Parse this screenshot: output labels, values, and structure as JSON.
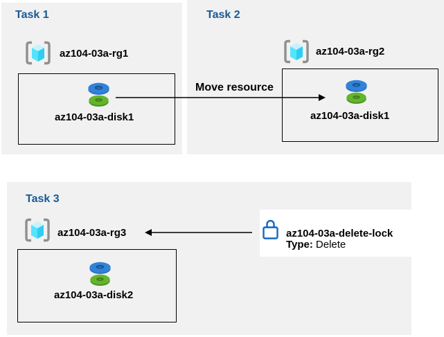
{
  "tasks": {
    "task1": {
      "title": "Task 1",
      "resource_group": "az104-03a-rg1",
      "disk": "az104-03a-disk1"
    },
    "task2": {
      "title": "Task 2",
      "resource_group": "az104-03a-rg2",
      "disk": "az104-03a-disk1"
    },
    "task3": {
      "title": "Task 3",
      "resource_group": "az104-03a-rg3",
      "disk": "az104-03a-disk2"
    }
  },
  "arrows": {
    "move": {
      "label": "Move resource",
      "from": "task1-disk",
      "to": "task2-disk"
    },
    "lock": {
      "from": "delete-lock",
      "to": "task3-resource-group"
    }
  },
  "lock": {
    "name": "az104-03a-delete-lock",
    "type_label": "Type:",
    "type_value": "Delete"
  },
  "icons": {
    "resource_group": "resource-group-icon",
    "disk": "disk-icon",
    "lock": "lock-icon"
  },
  "colors": {
    "panel_bg": "#f1f1f1",
    "title_blue": "#175a96",
    "bracket_gray": "#8f8f8f",
    "cube_top": "#c6f2fe",
    "cube_left": "#55e3fc",
    "cube_right": "#2fcdf1",
    "disk_blue": "#3282d8",
    "disk_blue_dark": "#17549a",
    "disk_green": "#62b52c",
    "disk_green_dark": "#417d1a",
    "lock_blue": "#1266c2",
    "arrow_black": "#000000"
  }
}
